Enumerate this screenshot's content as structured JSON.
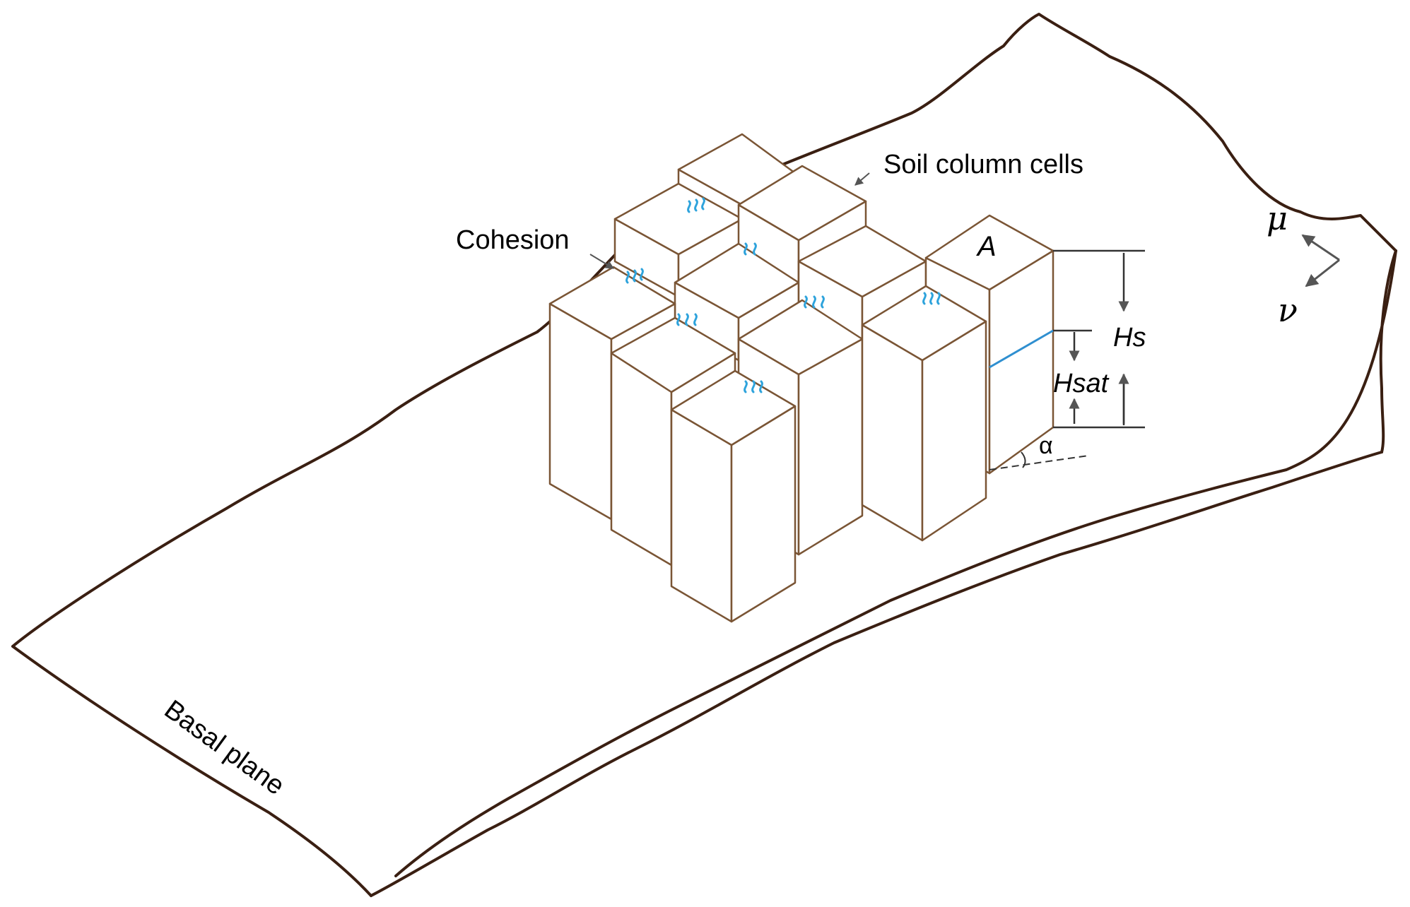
{
  "labels": {
    "soil_column_cells": "Soil column cells",
    "cohesion": "Cohesion",
    "basal_plane": "Basal plane",
    "cell_a": "A",
    "hs": "Hs",
    "hsat": "Hsat",
    "alpha": "α",
    "mu": "μ",
    "nu": "ν"
  },
  "colors": {
    "terrain_outline": "#3a1f12",
    "column_outline": "#7a5535",
    "cohesion_mark": "#2ea3dc",
    "water_table": "#2f8fd0",
    "annotation": "#555555"
  }
}
